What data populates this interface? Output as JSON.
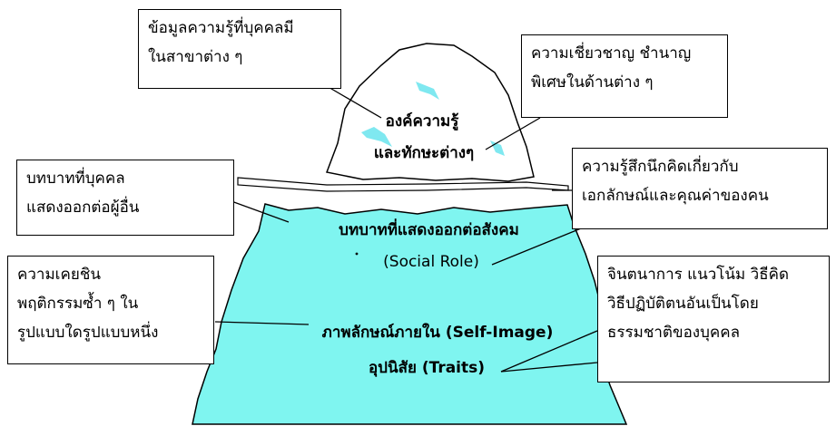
{
  "colors": {
    "underwater": "#7ff5f0",
    "stroke": "#000000",
    "ice_highlight": "#7fe8f0"
  },
  "iceberg": {
    "tip_label_line1": "องค์ความรู้",
    "tip_label_line2": "และทักษะต่างๆ",
    "social_label": "บทบาทที่แสดงออกต่อสังคม",
    "social_label_en": "(Social Role)",
    "self_image_label": "ภาพลักษณ์ภายใน (Self-Image)",
    "traits_label": "อุปนิสัย (Traits)"
  },
  "callouts": {
    "knowledge": {
      "line1": "ข้อมูลความรู้ที่บุคคลมี",
      "line2": "ในสาขาต่าง ๆ"
    },
    "expertise": {
      "line1": "ความเชี่ยวชาญ ชำนาญ",
      "line2": "พิเศษในด้านต่าง ๆ"
    },
    "role": {
      "line1": "บทบาทที่บุคคล",
      "line2": "แสดงออกต่อผู้อื่น"
    },
    "feeling": {
      "line1": "ความรู้สึกนึกคิดเกี่ยวกับ",
      "line2": "เอกลักษณ์และคุณค่าของคน"
    },
    "habit": {
      "line1": "ความเคยชิน",
      "line2": "พฤติกรรมซ้ำ ๆ ใน",
      "line3": "รูปแบบใดรูปแบบหนึ่ง"
    },
    "imagination": {
      "line1": "จินตนาการ แนวโน้ม วิธีคิด",
      "line2": "วิธีปฏิบัติตนอันเป็นโดย",
      "line3": "ธรรมชาติของบุคคล"
    }
  }
}
